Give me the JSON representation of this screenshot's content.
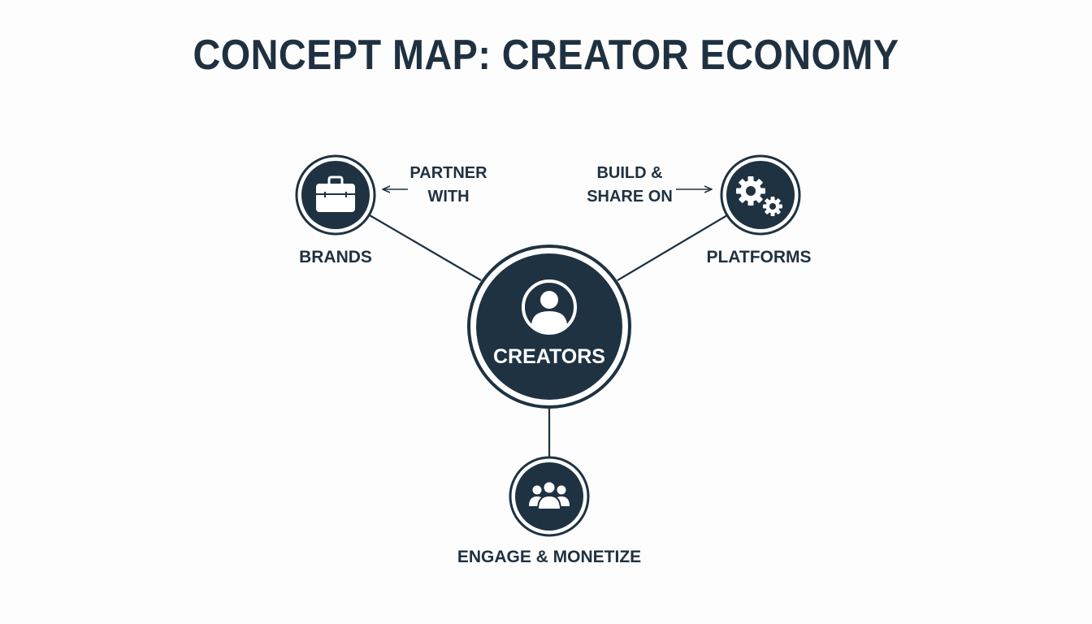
{
  "title": "CONCEPT MAP: CREATOR ECONOMY",
  "colors": {
    "node_fill": "#1e3242",
    "ink": "#1f3141",
    "background": "#fdfdfd"
  },
  "nodes": {
    "center": {
      "label": "CREATORS",
      "icon": "user-icon"
    },
    "brands": {
      "label": "BRANDS",
      "icon": "briefcase-icon"
    },
    "platforms": {
      "label": "PLATFORMS",
      "icon": "gears-icon"
    },
    "audience": {
      "label": "ENGAGE & MONETIZE",
      "icon": "group-icon"
    }
  },
  "edges": {
    "brands": {
      "line1": "PARTNER",
      "line2": "WITH"
    },
    "platforms": {
      "line1": "BUILD &",
      "line2": "SHARE ON"
    }
  }
}
